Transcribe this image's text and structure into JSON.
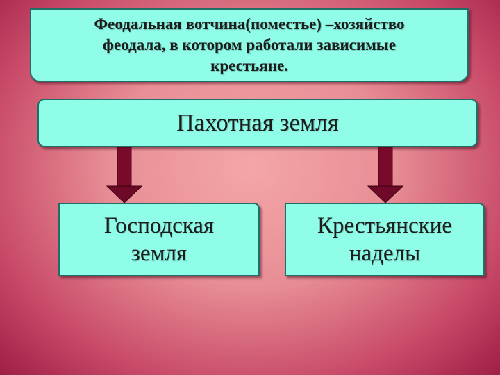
{
  "definition": {
    "line1": "Феодальная вотчина(поместье) –хозяйство",
    "line2": "феодала, в котором работали зависимые",
    "line3": "крестьяне."
  },
  "root": {
    "label": "Пахотная земля"
  },
  "children": [
    {
      "line1": "Господская",
      "line2": "земля"
    },
    {
      "line1": "Крестьянские",
      "line2": "наделы"
    }
  ],
  "colors": {
    "box_fill": "#8ffde8",
    "arrow": "#7a0a2a"
  }
}
